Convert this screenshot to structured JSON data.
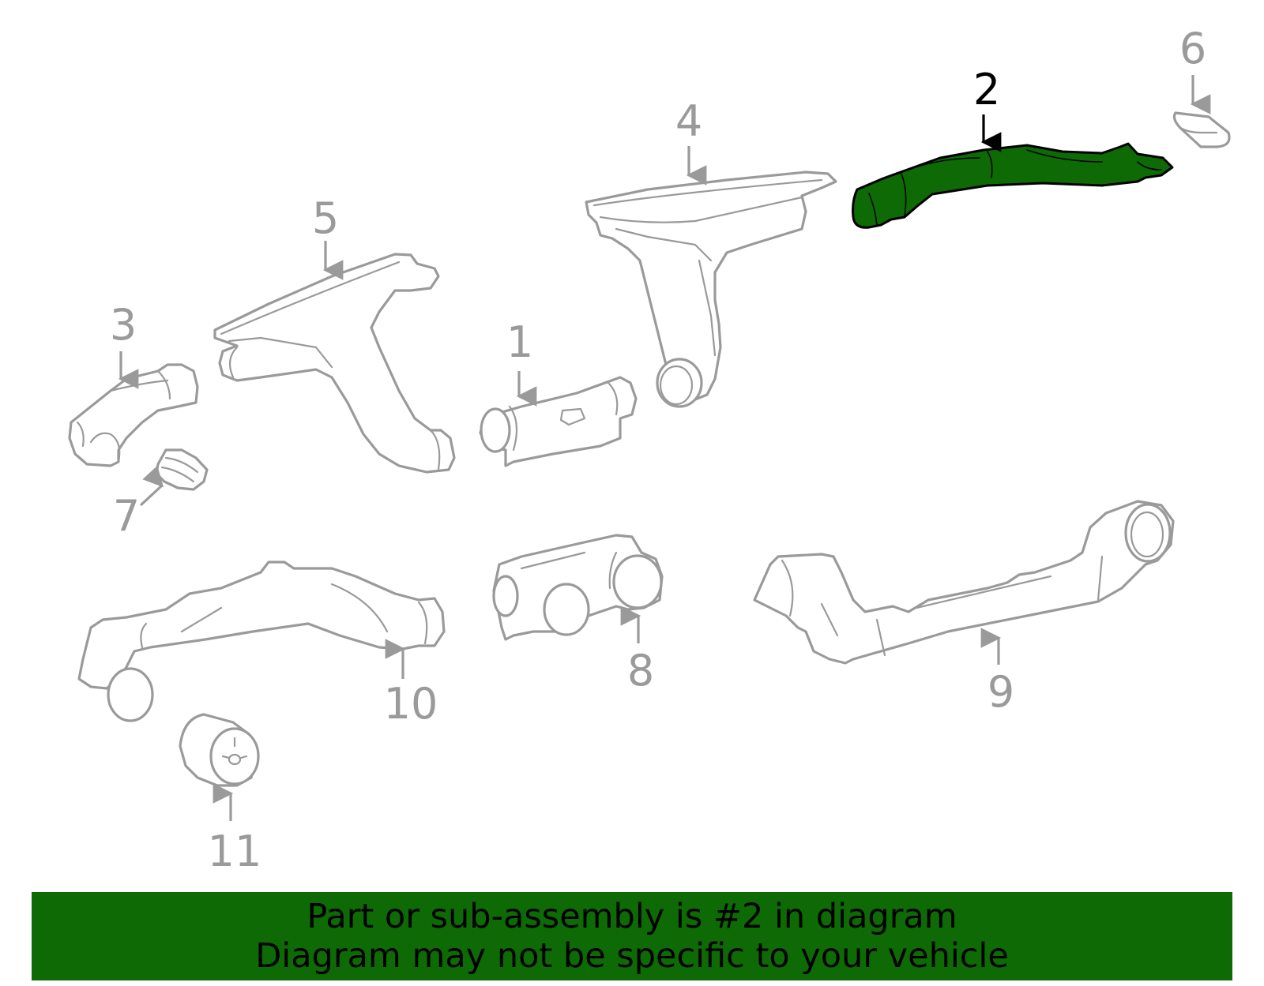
{
  "callouts": {
    "c1": "1",
    "c2": "2",
    "c3": "3",
    "c4": "4",
    "c5": "5",
    "c6": "6",
    "c7": "7",
    "c8": "8",
    "c9": "9",
    "c10": "10",
    "c11": "11"
  },
  "highlighted_part": "2",
  "colors": {
    "highlight": "#0e6a04",
    "line": "#9a9a9a",
    "banner_text": "#000000"
  },
  "banner": {
    "line1": "Part or sub-assembly is #2 in diagram",
    "line2": "Diagram may not be specific to your vehicle"
  }
}
